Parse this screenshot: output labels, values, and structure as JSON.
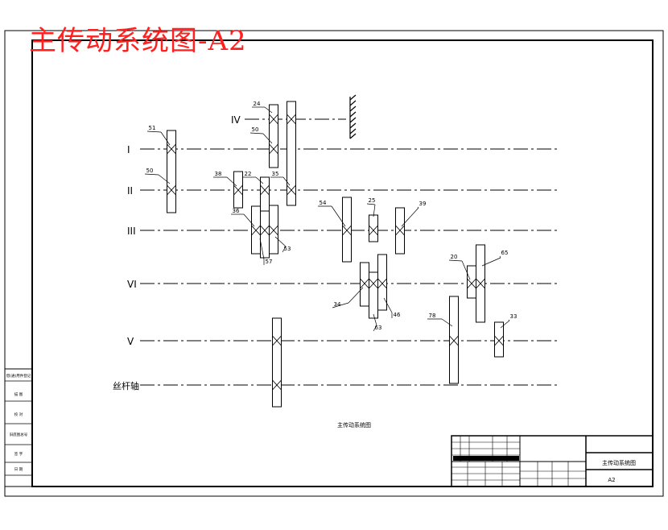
{
  "overlay_title": "主传动系统图-A2",
  "drawing_caption": "主传动系统图",
  "shafts": [
    {
      "id": "I",
      "label": "I"
    },
    {
      "id": "II",
      "label": "II"
    },
    {
      "id": "III",
      "label": "III"
    },
    {
      "id": "IV",
      "label": "IV"
    },
    {
      "id": "VI",
      "label": "VI"
    },
    {
      "id": "V",
      "label": "V"
    },
    {
      "id": "lead",
      "label": "丝杆轴"
    }
  ],
  "gear_labels": [
    "51",
    "50",
    "24",
    "50",
    "38",
    "22",
    "35",
    "36",
    "57",
    "53",
    "54",
    "25",
    "39",
    "34",
    "63",
    "46",
    "20",
    "65",
    "78",
    "33"
  ],
  "title_block": {
    "drawing_name": "主传动系统图",
    "sheet": "A2"
  },
  "side_strip": [
    "借(通)用件登记",
    "描 图",
    "校 对",
    "旧底图总号",
    "签 字",
    "日 期"
  ],
  "colors": {
    "line": "#000000",
    "title_red": "#ff2020",
    "background": "#ffffff"
  }
}
